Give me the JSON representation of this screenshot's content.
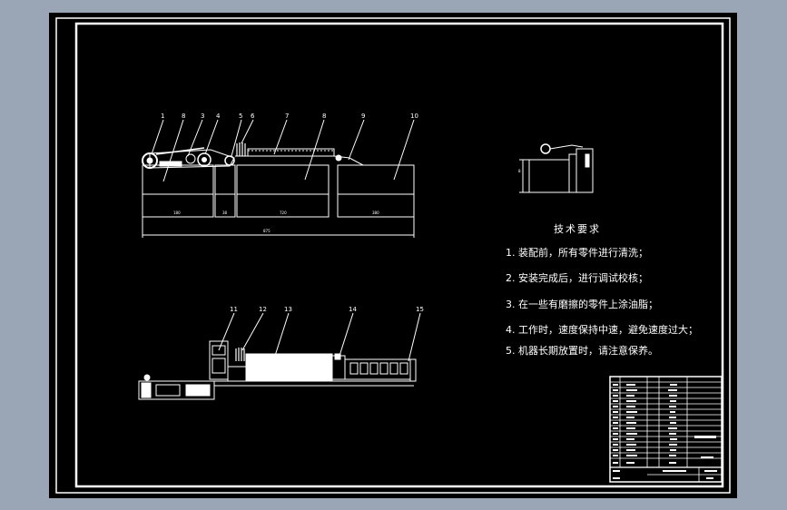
{
  "drawing": {
    "top_view_labels": [
      "1",
      "8",
      "3",
      "4",
      "5",
      "6",
      "7",
      "8",
      "9",
      "10"
    ],
    "bottom_view_labels": [
      "11",
      "12",
      "13",
      "14",
      "15"
    ],
    "dimension_texts": [
      "180",
      "38",
      "720",
      "380",
      "875"
    ],
    "side_view_dimension": "8"
  },
  "requirements": {
    "title": "技术要求",
    "items": [
      "1. 装配前，所有零件进行清洗；",
      "2. 安装完成后，进行调试校核；",
      "3. 在一些有磨擦的零件上涂油脂；",
      "4. 工作时，速度保持中速，避免速度过大；",
      "5. 机器长期放置时，请注意保养。"
    ]
  },
  "colors": {
    "background": "#9aa5b5",
    "sheet": "#000000",
    "lines": "#ffffff"
  }
}
